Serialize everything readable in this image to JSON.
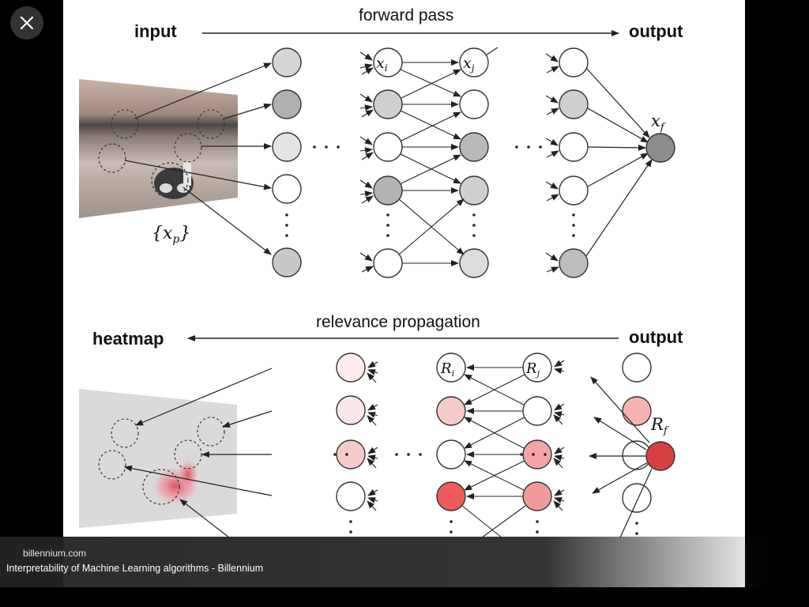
{
  "viewer": {
    "close_icon": "close-icon"
  },
  "figure": {
    "top": {
      "input_label": "input",
      "output_label": "output",
      "arrow_label": "forward pass",
      "set_label": "{x_p}",
      "node_i": "x_i",
      "node_j": "x_j",
      "node_f": "x_f"
    },
    "bottom": {
      "heatmap_label": "heatmap",
      "output_label": "output",
      "arrow_label": "relevance propagation",
      "node_i": "R_i",
      "node_j": "R_j",
      "node_f": "R_f"
    },
    "colors": {
      "gray_light": "#e6e6e6",
      "gray_mid": "#cccccc",
      "gray_dark": "#a8a8a8",
      "red_faint": "#fbe4e4",
      "red_light": "#f6c2c2",
      "red_mid": "#f29a9a",
      "red_strong": "#ea5c5c",
      "red_output": "#dd4444"
    }
  },
  "caption": {
    "source": "billennium.com",
    "title": "Interpretability of Machine Learning algorithms - Billennium"
  }
}
